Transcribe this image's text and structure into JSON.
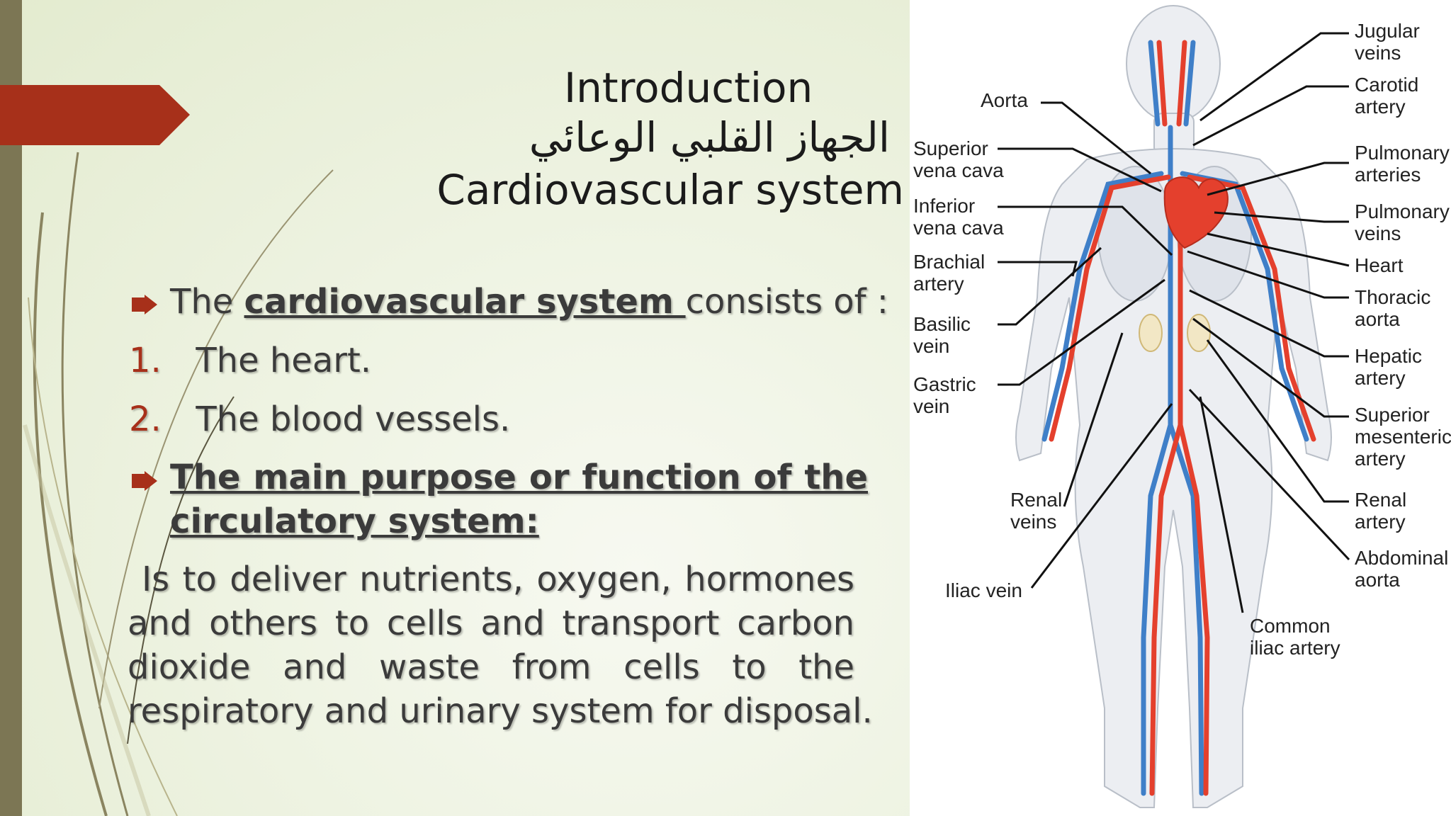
{
  "title": {
    "intro": "Introduction",
    "arabic": "الجهاز القلبي الوعائي",
    "english": "Cardiovascular system"
  },
  "body": {
    "line1": {
      "pre": "The ",
      "bold": "cardiovascular system ",
      "post": "consists of :"
    },
    "items": [
      {
        "num": "1.",
        "text": "The heart."
      },
      {
        "num": "2.",
        "text": "The blood vessels."
      }
    ],
    "purpose_line1": "The main purpose or function of the",
    "purpose_line2": "circulatory system:",
    "paragraph_line1": "Is to deliver nutrients, oxygen, hormones",
    "paragraph_line2": "and others to cells and transport carbon",
    "paragraph_line3": "dioxide and waste from cells to the",
    "paragraph_line4": "respiratory and urinary system for disposal."
  },
  "diagram": {
    "labels_left": {
      "aorta": "Aorta",
      "superior_vena_cava": "Superior\nvena cava",
      "inferior_vena_cava": "Inferior\nvena cava",
      "brachial_artery": "Brachial\nartery",
      "basilic_vein": "Basilic\nvein",
      "gastric_vein": "Gastric\nvein",
      "renal_veins": "Renal\nveins",
      "iliac_vein": "Iliac vein",
      "common_iliac_artery": "Common\niliac artery"
    },
    "labels_right": {
      "jugular_veins": "Jugular\nveins",
      "carotid_artery": "Carotid\nartery",
      "pulmonary_arteries": "Pulmonary\narteries",
      "pulmonary_veins": "Pulmonary\nveins",
      "heart": "Heart",
      "thoracic_aorta": "Thoracic\naorta",
      "hepatic_artery": "Hepatic\nartery",
      "superior_mesenteric_artery": "Superior\nmesenteric\nartery",
      "renal_artery": "Renal\nartery",
      "abdominal_aorta": "Abdominal\naorta"
    }
  },
  "colors": {
    "accent_red": "#a7301a",
    "side_bar": "#7c7654",
    "artery": "#e4402d",
    "vein": "#3f7fc8"
  }
}
